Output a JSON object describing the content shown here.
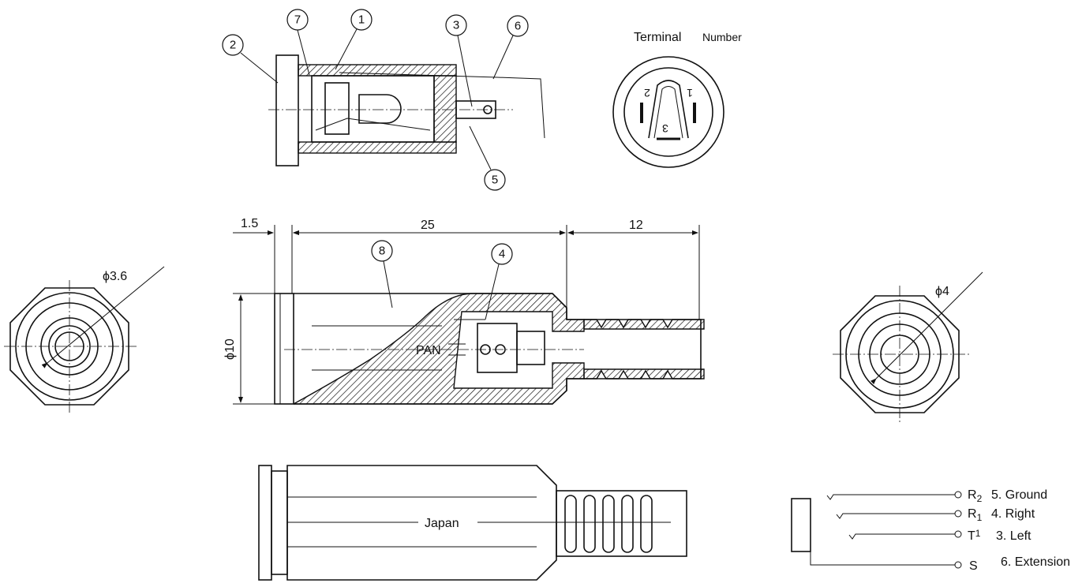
{
  "callouts": {
    "c1": "1",
    "c2": "2",
    "c3": "3",
    "c4": "4",
    "c5": "5",
    "c6": "6",
    "c7": "7",
    "c8": "8"
  },
  "terminal_view": {
    "title_main": "Terminal",
    "title_sub": "Number",
    "t1": "1",
    "t2": "2",
    "t3": "3"
  },
  "dimensions": {
    "flange": "1.5",
    "body": "25",
    "boot": "12",
    "bore_dia": "ϕ3.6",
    "body_dia": "ϕ10",
    "boot_dia": "ϕ4"
  },
  "markings": {
    "pan": "PAN",
    "japan": "Japan"
  },
  "schematic": {
    "pins": [
      {
        "pin": "R",
        "sub": "2",
        "label": "5. Ground"
      },
      {
        "pin": "R",
        "sub": "1",
        "label": "4. Right"
      },
      {
        "pin": "T",
        "sub": "1",
        "label": "3. Left"
      },
      {
        "pin": "S",
        "sub": "",
        "label": "6. Extension"
      }
    ]
  }
}
